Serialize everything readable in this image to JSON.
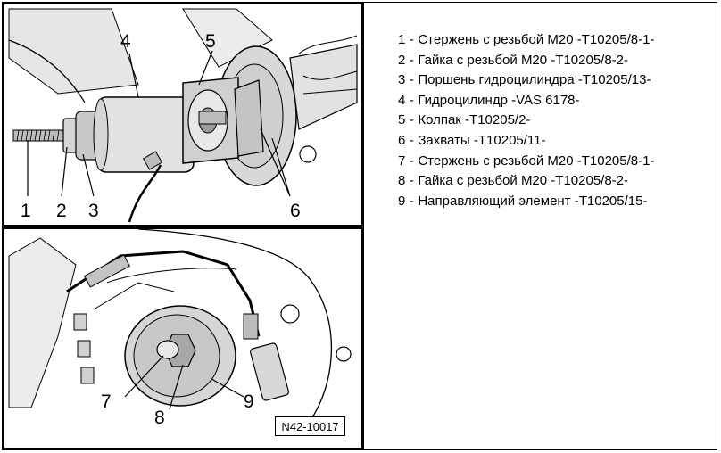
{
  "figure_ref": "N42-10017",
  "top_callouts": [
    "1",
    "2",
    "3",
    "4",
    "5",
    "6"
  ],
  "bottom_callouts": [
    "7",
    "8",
    "9"
  ],
  "legend": [
    {
      "num": "1",
      "text": "Стержень с резьбой М20 -T10205/8-1-"
    },
    {
      "num": "2",
      "text": "Гайка с резьбой М20 -T10205/8-2-"
    },
    {
      "num": "3",
      "text": "Поршень гидроцилиндра -T10205/13-"
    },
    {
      "num": "4",
      "text": "Гидроцилиндр -VAS 6178-"
    },
    {
      "num": "5",
      "text": "Колпак -T10205/2-"
    },
    {
      "num": "6",
      "text": "Захваты -T10205/11-"
    },
    {
      "num": "7",
      "text": "Стержень с резьбой М20 -T10205/8-1-"
    },
    {
      "num": "8",
      "text": "Гайка с резьбой М20 -T10205/8-2-"
    },
    {
      "num": "9",
      "text": "Направляющий элемент -T10205/15-"
    }
  ]
}
